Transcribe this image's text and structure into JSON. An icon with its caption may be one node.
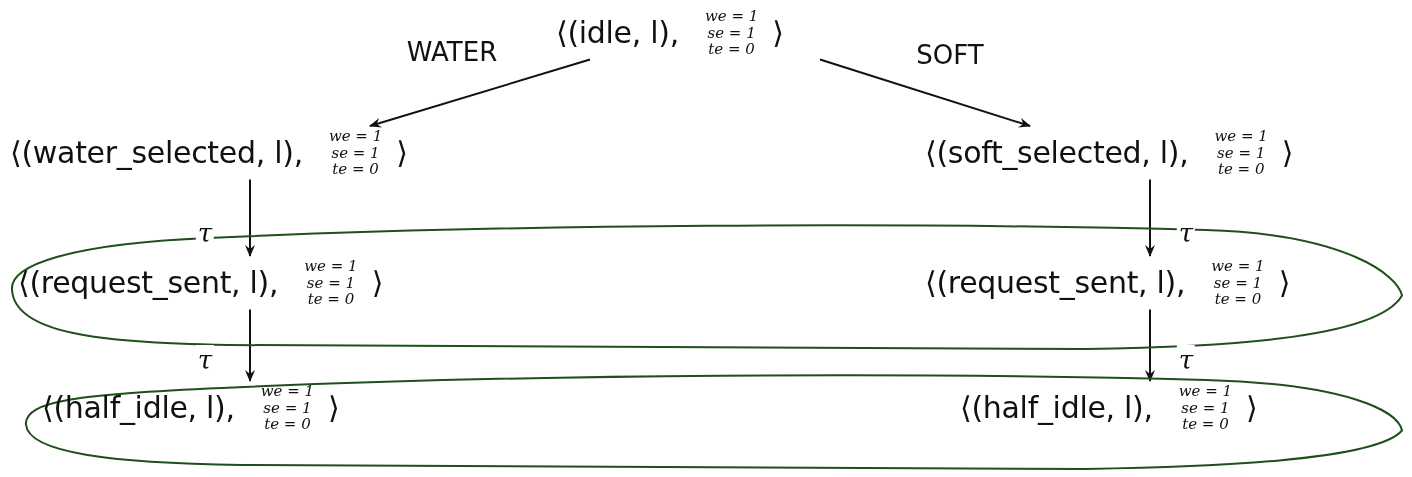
{
  "diagram": {
    "nodes": [
      {
        "text": [
          "⟨(idle, l),",
          "we = 1",
          "se = 1",
          "te = 0",
          "⟩"
        ]
      },
      {
        "text": [
          "⟨(water_selected, l),",
          "we = 1",
          "se = 1",
          "te = 0",
          "⟩"
        ]
      },
      {
        "text": [
          "⟨(soft_selected, l),",
          "we = 1",
          "se = 1",
          "te = 0",
          "⟩"
        ]
      },
      {
        "text": [],
        "shape": "ellipse"
      },
      {
        "text": [
          "⟨(request_sent, l),",
          "we = 1",
          "se = 1",
          "te = 0",
          "⟩"
        ],
        "in": 3
      },
      {
        "text": [
          "⟨(request_sent, l),",
          "we = 1",
          "se = 1",
          "te = 0",
          "⟩"
        ],
        "in": 3
      },
      {
        "text": [],
        "shape": "ellipse"
      },
      {
        "text": [
          "⟨(half_idle, l),",
          "we = 1",
          "se = 1",
          "te = 0",
          "⟩"
        ],
        "in": 6
      },
      {
        "text": [
          "⟨(half_idle, l),",
          "we = 1",
          "se = 1",
          "te = 0",
          "⟩"
        ],
        "in": 6
      }
    ],
    "edges": [
      {
        "from": 0,
        "to": 1,
        "arrow": "to",
        "label": "WATER"
      },
      {
        "from": 0,
        "to": 2,
        "arrow": "to",
        "label": "SOFT"
      },
      {
        "from": 1,
        "to": 4,
        "arrow": "to",
        "label": "τ"
      },
      {
        "from": 2,
        "to": 5,
        "arrow": "to",
        "label": "τ"
      },
      {
        "from": 4,
        "to": 7,
        "arrow": "to",
        "label": "τ"
      },
      {
        "from": 5,
        "to": 8,
        "arrow": "to",
        "label": "τ"
      }
    ]
  }
}
